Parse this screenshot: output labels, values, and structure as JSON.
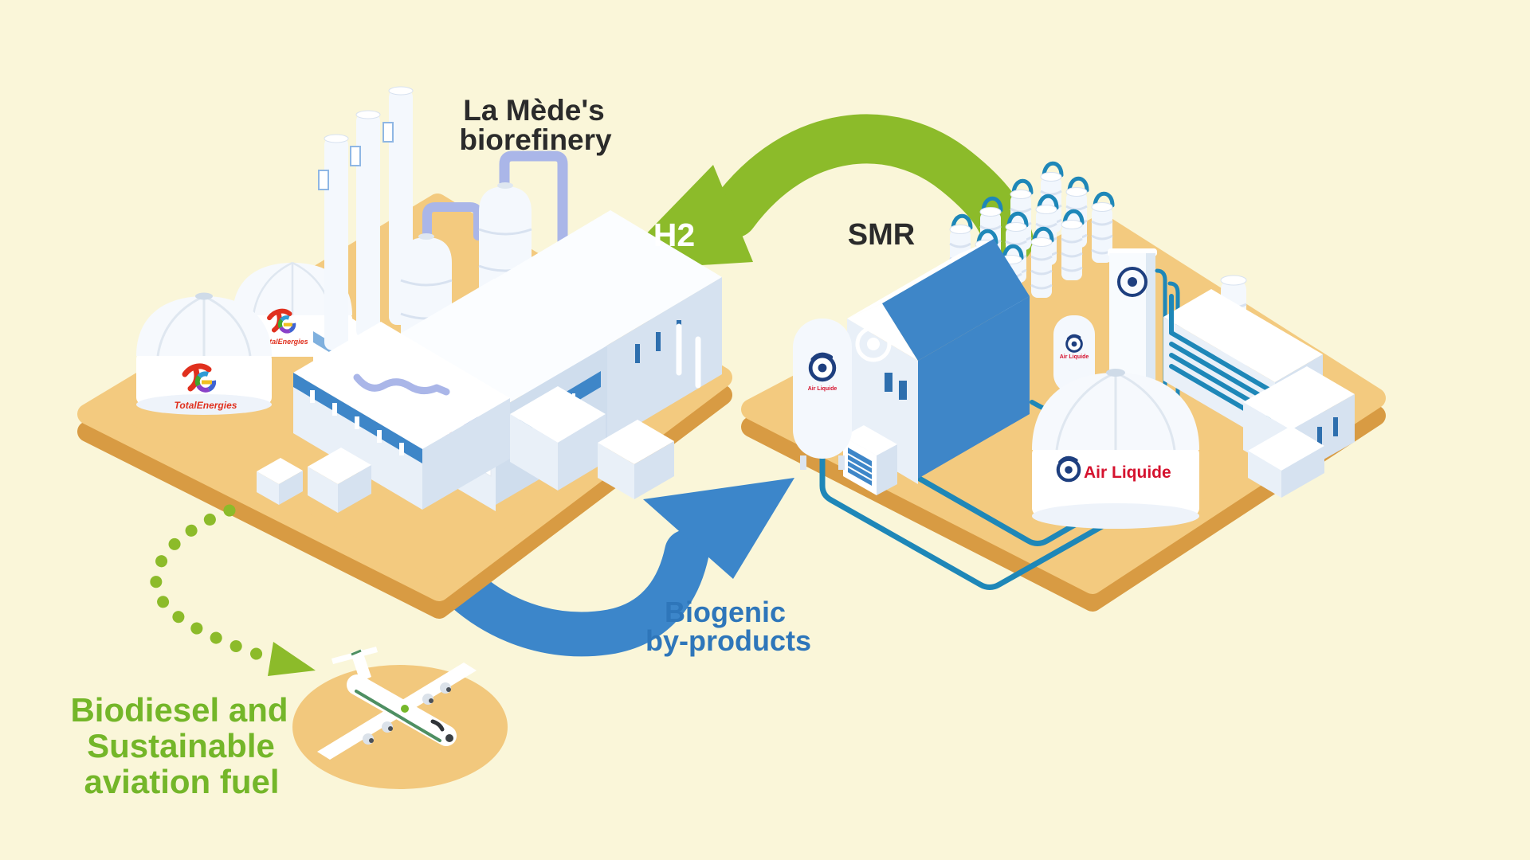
{
  "scene": {
    "background_color": "#faf6d9",
    "platform_color": "#f3ca7f",
    "platform_edge_color": "#d89b43"
  },
  "labels": {
    "biorefinery": {
      "line1": "La Mède's",
      "line2": "biorefinery",
      "color": "#2b2b2b"
    },
    "smr": {
      "text": "SMR",
      "color": "#2b2b2b"
    },
    "h2": {
      "text": "H2",
      "color": "#ffffff"
    },
    "biogenic": {
      "line1": "Biogenic",
      "line2": "by-products",
      "color": "#2e76ba"
    },
    "fuel": {
      "line1": "Biodiesel and",
      "line2": "Sustainable",
      "line3": "aviation fuel",
      "color": "#74b629"
    }
  },
  "arrows": {
    "h2": {
      "color": "#8cbb2a"
    },
    "biogenic": {
      "color": "#3c86ca"
    },
    "fuel_dotted": {
      "color": "#8cbb2a"
    }
  },
  "logos": {
    "totalenergies": {
      "text": "TotalEnergies",
      "text_color": "#e0301e"
    },
    "air_liquide": {
      "text": "Air Liquide",
      "text_color": "#d5122e",
      "droplet_color": "#1e3f7f"
    }
  }
}
